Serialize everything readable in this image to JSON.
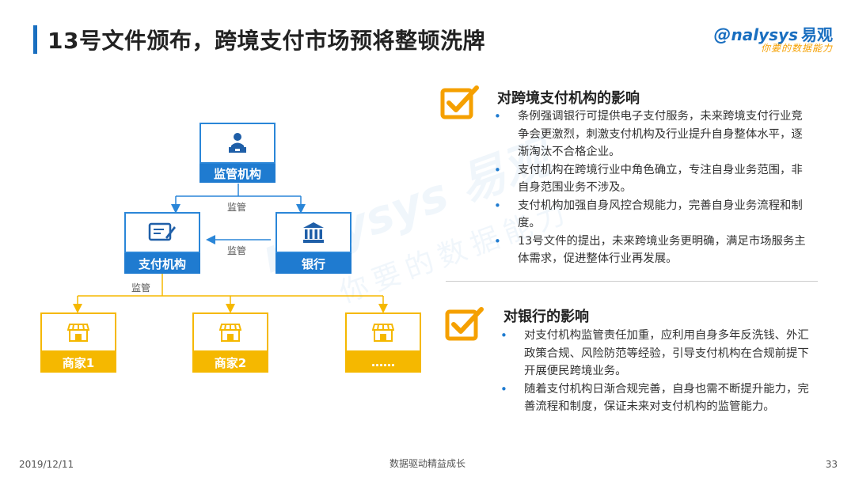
{
  "header": {
    "title": "13号文件颁布，跨境支付市场预将整顿洗牌",
    "logo_text": "nalysys",
    "logo_cn": "易观",
    "logo_slogan": "你要的数据能力"
  },
  "watermark": {
    "text": "nalysys 易观",
    "slogan": "你要的数据能力"
  },
  "diagram": {
    "regulator": "监管机构",
    "payment": "支付机构",
    "bank": "银行",
    "merchant1": "商家1",
    "merchant2": "商家2",
    "merchant3": "……",
    "edge_regulator": "监管",
    "edge_bank": "监管",
    "edge_payment": "监管"
  },
  "section1": {
    "title": "对跨境支付机构的影响",
    "bullets": [
      "条例强调银行可提供电子支付服务，未来跨境支付行业竞争会更激烈，刺激支付机构及行业提升自身整体水平，逐渐淘汰不合格企业。",
      "支付机构在跨境行业中角色确立，专注自身业务范围，非自身范围业务不涉及。",
      "支付机构加强自身风控合规能力，完善自身业务流程和制度。",
      "13号文件的提出，未来跨境业务更明确，满足市场服务主体需求，促进整体行业再发展。"
    ]
  },
  "section2": {
    "title": "对银行的影响",
    "bullets": [
      "对支付机构监管责任加重，应利用自身多年反洗钱、外汇政策合规、风险防范等经验，引导支付机构在合规前提下开展便民跨境业务。",
      "随着支付机构日渐合规完善，自身也需不断提升能力，完善流程和制度，保证未来对支付机构的监管能力。"
    ]
  },
  "footer": {
    "date": "2019/12/11",
    "center": "数据驱动精益成长",
    "page": "33"
  },
  "colors": {
    "blue": "#1f7bd0",
    "yellow": "#f5b800",
    "orange": "#f5a000"
  },
  "icons": [
    "checkbox-icon",
    "regulator-icon",
    "payment-form-icon",
    "bank-icon",
    "store-icon"
  ]
}
